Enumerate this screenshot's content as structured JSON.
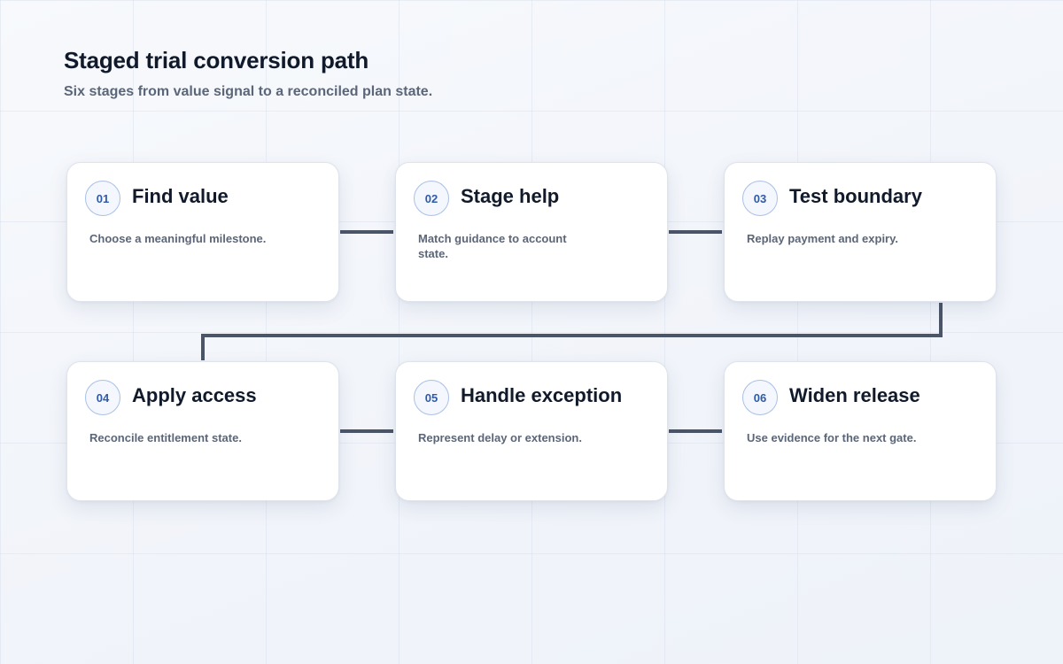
{
  "header": {
    "title": "Staged trial conversion path",
    "subtitle": "Six stages from value signal to a reconciled plan state."
  },
  "stages": [
    {
      "number": "01",
      "title": "Find value",
      "description": "Choose a meaningful milestone."
    },
    {
      "number": "02",
      "title": "Stage help",
      "description": "Match guidance to account state."
    },
    {
      "number": "03",
      "title": "Test boundary",
      "description": "Replay payment and expiry."
    },
    {
      "number": "04",
      "title": "Apply access",
      "description": "Reconcile entitlement state."
    },
    {
      "number": "05",
      "title": "Handle exception",
      "description": "Represent delay or extension."
    },
    {
      "number": "06",
      "title": "Widen release",
      "description": "Use evidence for the next gate."
    }
  ],
  "colors": {
    "connector": "#4a5568",
    "badge_text": "#2f5aa8",
    "badge_border": "#a9c0e6",
    "title": "#111a2b",
    "muted": "#5b6678"
  }
}
